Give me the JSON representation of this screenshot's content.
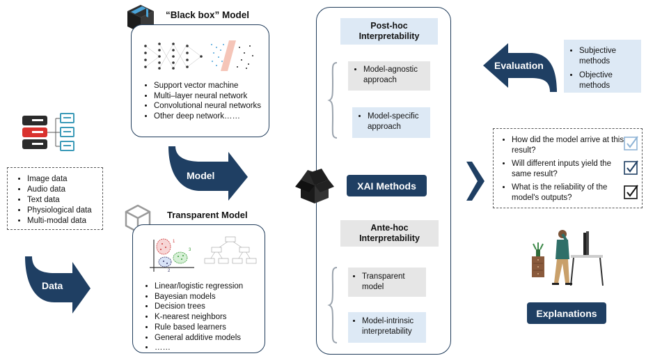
{
  "black_box": {
    "title": "“Black box”  Model",
    "items": [
      "Support vector machine",
      "Multi–layer neural network",
      "Convolutional neural networks",
      "Other deep network……"
    ]
  },
  "transparent": {
    "title": "Transparent Model",
    "items": [
      "Linear/logistic regression",
      "Bayesian models",
      "Decision trees",
      "K-nearest neighbors",
      "Rule based learners",
      "General additive models",
      "……"
    ],
    "plot_labels": [
      "1",
      "2",
      "3"
    ]
  },
  "data_types": [
    "Image data",
    "Audio data",
    "Text data",
    "Physiological data",
    "Multi-modal data"
  ],
  "arrows": {
    "model": "Model",
    "data": "Data",
    "evaluation": "Evaluation"
  },
  "xai": {
    "label": "XAI Methods",
    "post_hoc": "Post-hoc Interpretability",
    "model_agnostic": "Model-agnostic approach",
    "model_specific": "Model-specific approach",
    "ante_hoc": "Ante-hoc Interpretability",
    "transparent_model": "Transparent model",
    "model_intrinsic": "Model-intrinsic interpretability"
  },
  "evaluation_methods": [
    "Subjective methods",
    "Objective methods"
  ],
  "questions": [
    "How did the model arrive at this result?",
    "Will different inputs yield the same result?",
    "What is the reliability of the model's outputs?"
  ],
  "explanations": "Explanations",
  "colors": {
    "navy": "#1f3f63",
    "light_blue": "#dde9f5",
    "light_gray": "#e6e6e6",
    "db_red": "#d9322e",
    "db_dark": "#2b2b2b",
    "teal": "#3b9ab8"
  }
}
